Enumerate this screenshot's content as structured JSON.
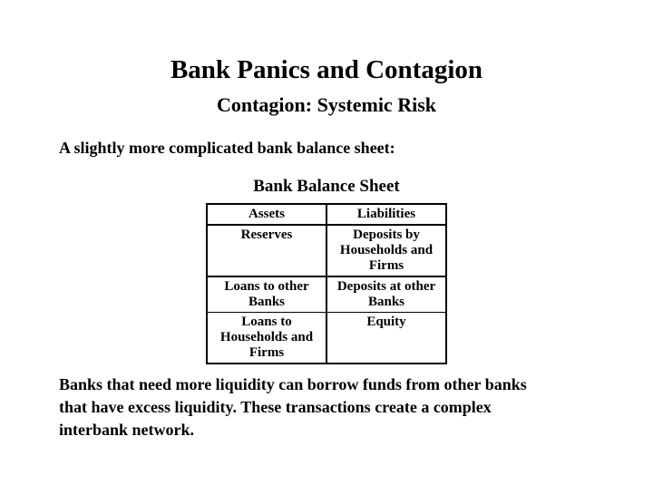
{
  "slide": {
    "title": "Bank Panics and Contagion",
    "subtitle": "Contagion: Systemic Risk",
    "intro": "A slightly more complicated bank balance sheet:",
    "closing": "Banks that need more liquidity can borrow funds from other banks\nthat have excess liquidity. These transactions create a complex\ninterbank network."
  },
  "balance_table": {
    "title": "Bank Balance Sheet",
    "headers": [
      "Assets",
      "Liabilities"
    ],
    "rows": [
      [
        "Reserves",
        "Deposits by\nHouseholds and\nFirms"
      ],
      [
        "Loans to other\nBanks",
        "Deposits at other\nBanks"
      ],
      [
        "Loans to\nHouseholds and\nFirms",
        "Equity"
      ]
    ]
  },
  "colors": {
    "background": "#ffffff",
    "text": "#000000",
    "table_border": "#000000"
  }
}
